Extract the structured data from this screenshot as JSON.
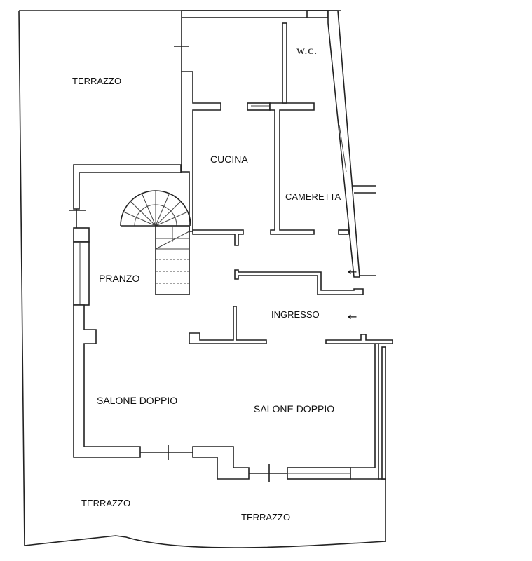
{
  "rooms": {
    "terrazzo_top": "TERRAZZO",
    "wc": "W.C.",
    "cucina": "CUCINA",
    "cameretta": "CAMERETTA",
    "pranzo": "PRANZO",
    "ingresso": "INGRESSO",
    "salone_left": "SALONE DOPPIO",
    "salone_right": "SALONE DOPPIO",
    "terrazzo_bottom_left": "TERRAZZO",
    "terrazzo_bottom_right": "TERRAZZO"
  },
  "arrows": {
    "entry_upper": "←",
    "entry_lower": "←"
  }
}
